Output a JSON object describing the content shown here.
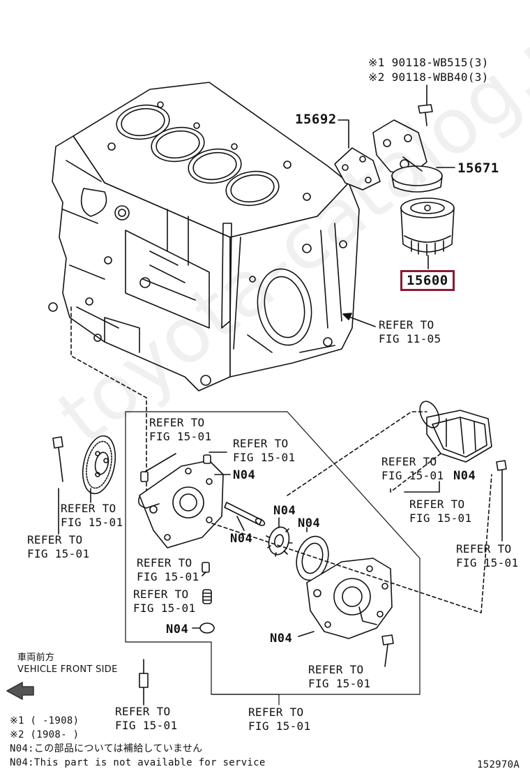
{
  "callouts": {
    "bolt_a": "※1 90118-WB515(3)",
    "bolt_b": "※2 90118-WBB40(3)",
    "p15692": "15692",
    "p15671": "15671",
    "p15600": "15600",
    "refer_block_1": "REFER TO",
    "refer_block_2": "FIG 11-05",
    "refer_sprocket_bolt_1": "REFER TO",
    "refer_sprocket_bolt_2": "FIG 15-01",
    "refer_sprocket_1": "REFER TO",
    "refer_sprocket_2": "FIG 15-01",
    "refer_pin_top_1": "REFER TO",
    "refer_pin_top_2": "FIG 15-01",
    "refer_pin_right_1": "REFER TO",
    "refer_pin_right_2": "FIG 15-01",
    "n04_a": "N04",
    "refer_cover_1": "REFER TO",
    "refer_cover_2": "FIG 15-01",
    "n04_cover": "N04",
    "refer_cover_bottom_1": "REFER TO",
    "refer_cover_bottom_2": "FIG 15-01",
    "refer_cover_bolt_1": "REFER TO",
    "refer_cover_bolt_2": "FIG 15-01",
    "n04_gear_a": "N04",
    "n04_gear_b": "N04",
    "n04_shaft": "N04",
    "refer_pin_low_1": "REFER TO",
    "refer_pin_low_2": "FIG 15-01",
    "refer_spring_1": "REFER TO",
    "refer_spring_2": "FIG 15-01",
    "n04_plug": "N04",
    "n04_pump": "N04",
    "refer_pump_bolt_1": "REFER TO",
    "refer_pump_bolt_2": "FIG 15-01",
    "refer_stud_1": "REFER TO",
    "refer_stud_2": "FIG 15-01",
    "refer_bottom_1": "REFER TO",
    "refer_bottom_2": "FIG 15-01"
  },
  "direction": {
    "jp": "車両前方",
    "en": "VEHICLE FRONT SIDE"
  },
  "notes": {
    "note1": "※1 (     -1908)",
    "note2": "※2 (1908-     )",
    "note3": "N04:この部品については補給していません",
    "note4": "N04:This part is not available for service"
  },
  "figure_id": "152970A",
  "watermark": "toyota-catalog.ru",
  "colors": {
    "highlight": "#8b1a33",
    "ink": "#111111"
  }
}
